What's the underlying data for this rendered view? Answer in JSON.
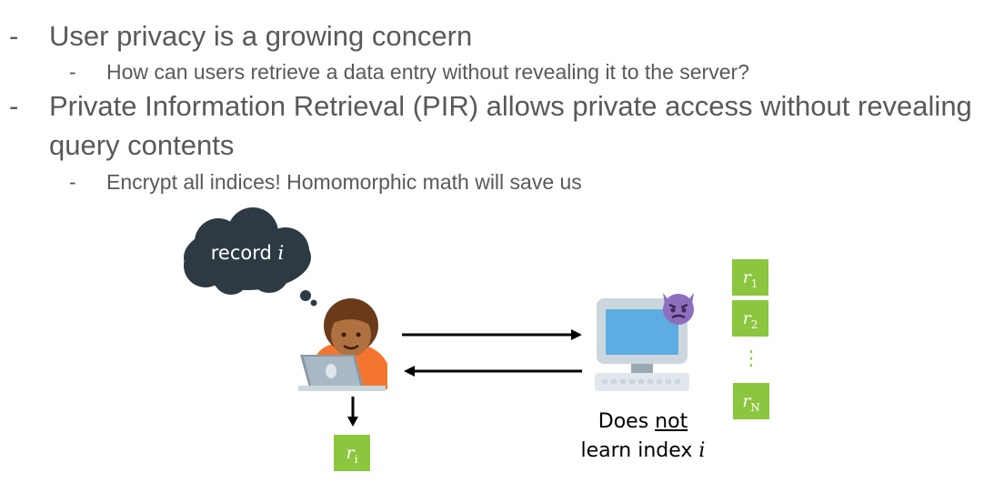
{
  "bullets": {
    "b1": {
      "dash": "-",
      "text": "User privacy is a growing concern"
    },
    "b1_sub": {
      "dash": "-",
      "text": "How can users retrieve a data entry without revealing it to the server?"
    },
    "b2": {
      "dash": "-",
      "line1": "Private Information Retrieval (PIR) allows private access without revealing",
      "line2": "query contents"
    },
    "b2_sub": {
      "dash": "-",
      "text": "Encrypt all indices! Homomorphic math will save us"
    }
  },
  "diagram": {
    "thought": {
      "text": "record",
      "var": "i"
    },
    "result": {
      "label": "r",
      "sub": "i"
    },
    "database": [
      {
        "label": "r",
        "sub": "1"
      },
      {
        "label": "r",
        "sub": "2"
      },
      {
        "label": "r",
        "sub": "N"
      }
    ],
    "ellipsis": "⋮",
    "server_caption": {
      "w1": "Does ",
      "w2": "not",
      "line2": "learn index ",
      "var": "i"
    },
    "colors": {
      "cloud": "#2d3a44",
      "cell": "#8cc63f",
      "screen": "#5dade2",
      "arrow": "#000000"
    },
    "icons": [
      "user-with-laptop-icon",
      "computer-icon",
      "devil-face-icon"
    ]
  }
}
